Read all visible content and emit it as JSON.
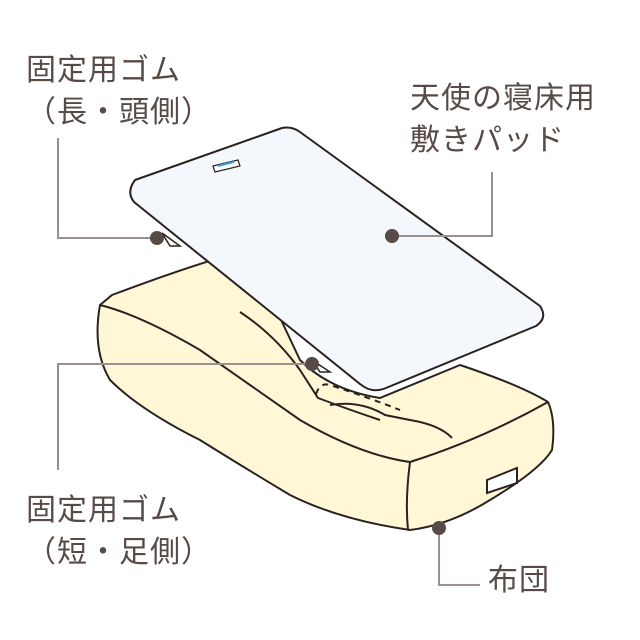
{
  "labels": {
    "elastic_long": {
      "line1": "固定用ゴム",
      "line2": "（長・頭側）"
    },
    "pad": {
      "line1": "天使の寝床用",
      "line2": "敷きパッド"
    },
    "elastic_short": {
      "line1": "固定用ゴム",
      "line2": "（短・足側）"
    },
    "futon": {
      "line1": "布団"
    }
  },
  "colors": {
    "text": "#574b47",
    "leader_line": "#9a918e",
    "dot": "#574b47",
    "futon_fill": "#fff7d6",
    "pad_fill": "#f4f8fd",
    "outline": "#2a2220",
    "tag": "#3fa9d6"
  },
  "icons": {
    "pad_tag": "blue-label-tag-icon",
    "futon_handle": "handle-slot-icon"
  }
}
